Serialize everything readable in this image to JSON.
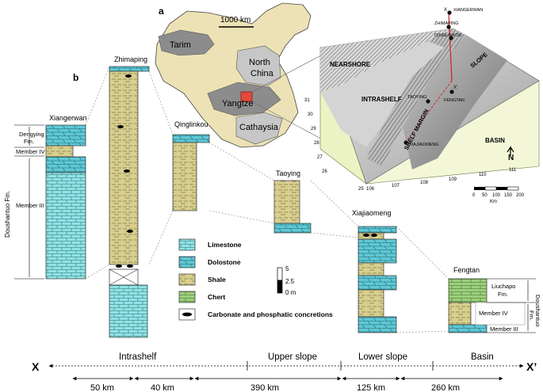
{
  "panel_labels": {
    "a": "a",
    "b": "b"
  },
  "map": {
    "scale_label": "1000 km",
    "regions": {
      "tarim": "Tarim",
      "north_china": "North China",
      "yangtze": "Yangtze",
      "cathaysia": "Cathaysia"
    }
  },
  "block3d": {
    "zones": {
      "nearshore": "NEARSHORE",
      "intrashelf": "INTRASHELF",
      "shelf_margin": "SHELF MARGIN",
      "slope": "SLOPE",
      "basin": "BASIN"
    },
    "sites": {
      "xiangerwan": "XIANGERWAN",
      "zhimaping": "ZHIMAPING",
      "qinglinkou": "QINGLINKOU",
      "taoying": "TAOYING",
      "fengtan": "FENGTAN",
      "xiajiaomeng": "XIAJIAOMENG"
    },
    "section_end_x": "X",
    "section_end_x2": "X'",
    "north": "N",
    "lat_ticks": [
      "31",
      "30",
      "29",
      "28",
      "27",
      "26",
      "25"
    ],
    "lon_ticks": [
      "106",
      "107",
      "108",
      "109",
      "110",
      "111"
    ],
    "scalebar_ticks": [
      "0",
      "50",
      "100",
      "150",
      "200"
    ],
    "scalebar_unit": "Km"
  },
  "columns": {
    "xiangerwan": {
      "title": "Xiangerwan",
      "dengying": "Dengying Fm.",
      "member_iv": "Member IV",
      "member_iii": "Member III",
      "formation": "Doushantuo Fm."
    },
    "zhimaping": {
      "title": "Zhimaping"
    },
    "qinglinkou": {
      "title": "Qinglinkou"
    },
    "taoying": {
      "title": "Taoying"
    },
    "xiajiaomeng": {
      "title": "Xiajiaomeng"
    },
    "fengtan": {
      "title": "Fengtan",
      "liuchapo": "Liuchapo Fm.",
      "member_iv": "Member IV",
      "member_iii": "Member III",
      "formation": "Doushantuo Fm."
    }
  },
  "legend": {
    "limestone": "Limestone",
    "dolostone": "Dolostone",
    "shale": "Shale",
    "chert": "Chert",
    "concretions": "Carbonate and phosphatic concretions"
  },
  "scale": {
    "top": "5",
    "mid": "2.5",
    "bottom": "0 m"
  },
  "transect": {
    "start": "X",
    "end": "X’",
    "environments": [
      "Intrashelf",
      "Upper slope",
      "Lower slope",
      "Basin"
    ],
    "distances": [
      "50 km",
      "40 km",
      "390 km",
      "125 km",
      "260 km"
    ]
  },
  "colors": {
    "limestone": "#8fe3e5",
    "dolostone": "#5fc8d6",
    "shale": "#d8cf8e",
    "chert": "#9ccf7c",
    "map_land": "#ece2b5",
    "map_gray": "#8c8c8c",
    "map_light": "#c7c7c7",
    "yangtze_box": "#e04a3c",
    "accent_red": "#cc2222",
    "block_side": "#ecf3c4"
  }
}
